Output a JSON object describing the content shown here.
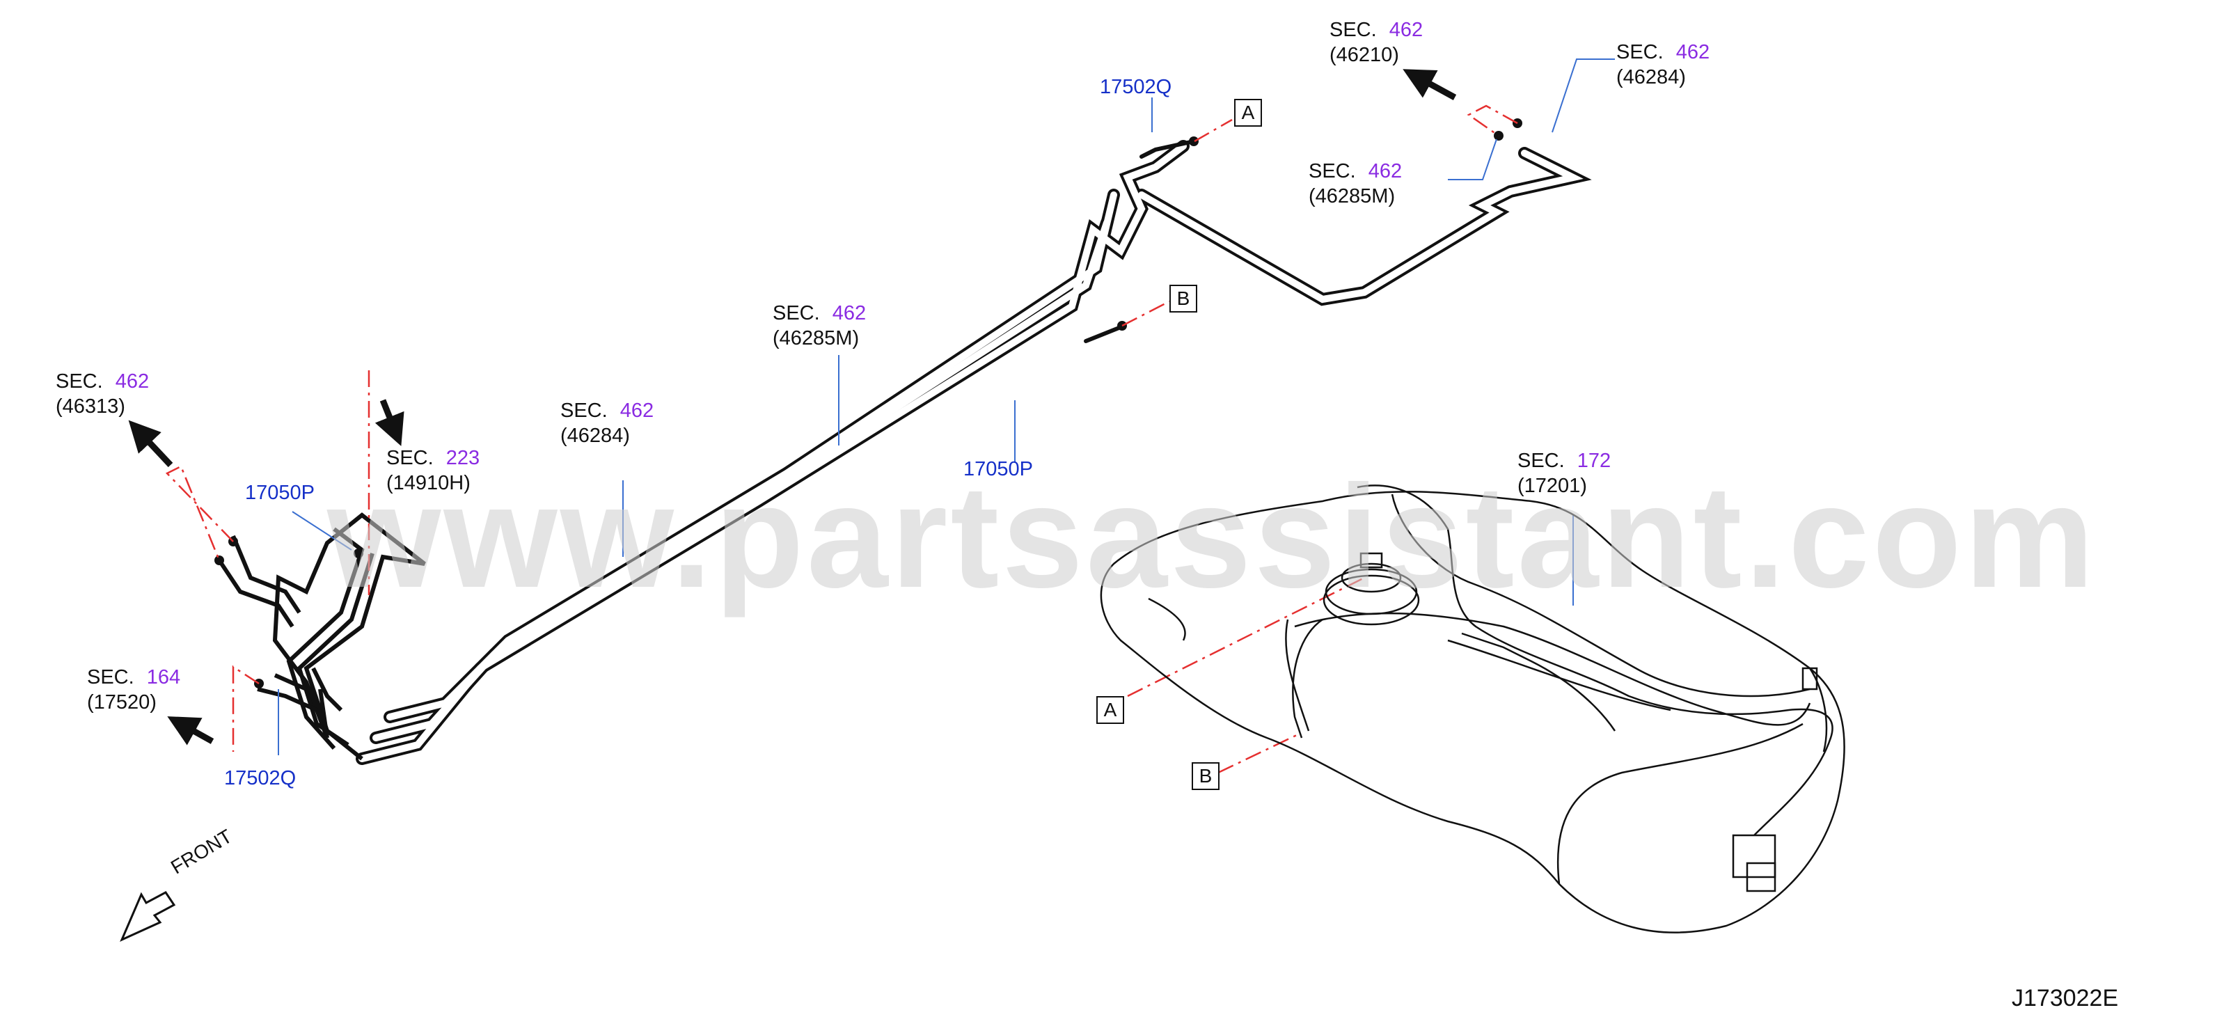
{
  "colors": {
    "sec_number": "#8a2be2",
    "part_number": "#1530c8",
    "leader_line": "#3a6fd0",
    "cut_line": "#e53030",
    "watermark": "#cfcfcf"
  },
  "watermark": "www.partsassistant.com",
  "drawing_code": "J173022E",
  "front_label": "FRONT",
  "refs": {
    "a_top": "A",
    "b_top": "B",
    "a_tank": "A",
    "b_tank": "B"
  },
  "parts": {
    "p17502q_top": "17502Q",
    "p17050p_mid": "17050P",
    "p17050p_left": "17050P",
    "p17502q_bottom": "17502Q"
  },
  "sections": {
    "s46210": {
      "sec": "SEC.",
      "num": "462",
      "code": "(46210)"
    },
    "s46284_top": {
      "sec": "SEC.",
      "num": "462",
      "code": "(46284)"
    },
    "s46285m_top": {
      "sec": "SEC.",
      "num": "462",
      "code": "(46285M)"
    },
    "s46285m_mid": {
      "sec": "SEC.",
      "num": "462",
      "code": "(46285M)"
    },
    "s46284_mid": {
      "sec": "SEC.",
      "num": "462",
      "code": "(46284)"
    },
    "s46313": {
      "sec": "SEC.",
      "num": "462",
      "code": "(46313)"
    },
    "s14910h": {
      "sec": "SEC.",
      "num": "223",
      "code": "(14910H)"
    },
    "s17520": {
      "sec": "SEC.",
      "num": "164",
      "code": "(17520)"
    },
    "s17201": {
      "sec": "SEC.",
      "num": "172",
      "code": "(17201)"
    }
  }
}
